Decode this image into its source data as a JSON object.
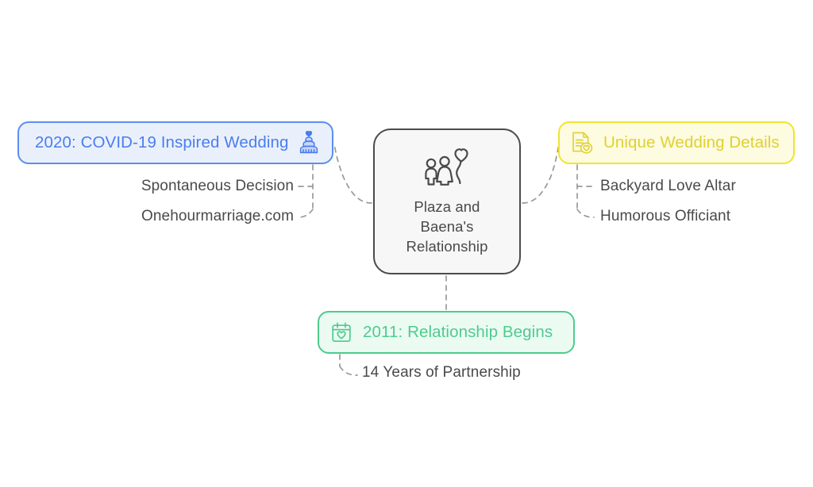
{
  "diagram": {
    "type": "mind-map",
    "background": "#ffffff",
    "central": {
      "label": "Plaza and\nBaena's\nRelationship",
      "icon": "couple-with-heart-balloon-icon",
      "fill": "#f7f7f7",
      "border": "#4b4b4b",
      "text_color": "#4a4a4a"
    },
    "branches": [
      {
        "id": "covid-wedding",
        "label": "2020: COVID-19 Inspired Wedding",
        "icon": "wedding-cake-icon",
        "icon_position": "right",
        "accent": "#5b8ef0",
        "fill": "#eaf0fb",
        "text_color": "#4a7df0",
        "side": "left",
        "children": [
          {
            "label": "Spontaneous Decision"
          },
          {
            "label": "Onehourmarriage.com"
          }
        ]
      },
      {
        "id": "unique-details",
        "label": "Unique Wedding Details",
        "icon": "document-heart-icon",
        "icon_position": "left",
        "accent": "#f2e42f",
        "fill": "#fdfbe0",
        "text_color": "#dfd130",
        "side": "right",
        "children": [
          {
            "label": "Backyard Love Altar"
          },
          {
            "label": "Humorous Officiant"
          }
        ]
      },
      {
        "id": "relationship-begins",
        "label": "2011: Relationship Begins",
        "icon": "calendar-heart-icon",
        "icon_position": "left",
        "accent": "#4ecb8d",
        "fill": "#ebfbf2",
        "text_color": "#4ecb8d",
        "side": "bottom",
        "children": [
          {
            "label": "14 Years of Partnership"
          }
        ]
      }
    ],
    "connectors": {
      "style": "dashed",
      "color": "#9a9a9a"
    }
  }
}
